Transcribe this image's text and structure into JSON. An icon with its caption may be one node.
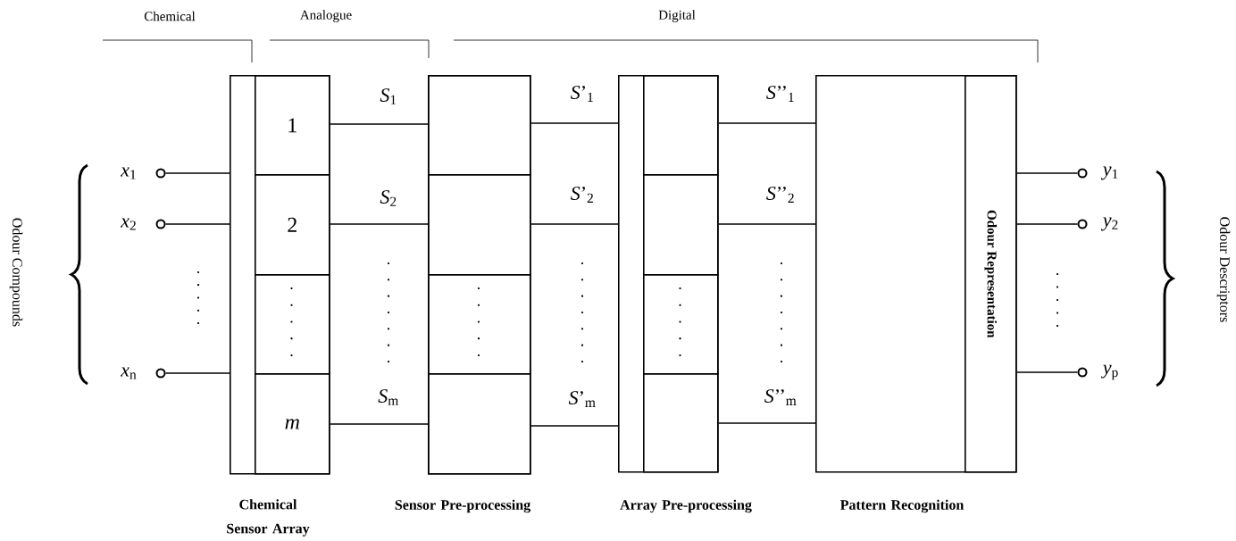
{
  "diagram": {
    "nodes": [
      {
        "text": [],
        "shape": "box",
        "beside": [
          "Chemical Sensor Array"
        ]
      },
      {
        "text": [
          "1"
        ],
        "in": 0
      },
      {
        "text": [
          "2"
        ],
        "in": 0
      },
      {
        "text": [],
        "shape": "box",
        "in": 0
      },
      {
        "text": [
          "m"
        ],
        "in": 0
      },
      {
        "text": [],
        "shape": "box",
        "beside": [
          "Sensor Pre-processing"
        ]
      },
      {
        "text": [],
        "shape": "box",
        "in": 5
      },
      {
        "text": [],
        "shape": "box",
        "in": 5
      },
      {
        "text": [],
        "shape": "box",
        "in": 5
      },
      {
        "text": [],
        "shape": "box",
        "in": 5
      },
      {
        "text": [],
        "shape": "box",
        "beside": [
          "Array Pre-processing"
        ]
      },
      {
        "text": [],
        "shape": "box",
        "in": 10
      },
      {
        "text": [],
        "shape": "box",
        "in": 10
      },
      {
        "text": [],
        "shape": "box",
        "in": 10
      },
      {
        "text": [],
        "shape": "box",
        "in": 10
      },
      {
        "text": [],
        "shape": "box",
        "beside": [
          "Pattern Recognition"
        ]
      },
      {
        "text": [
          "Odour Representation"
        ],
        "in": 15
      },
      {
        "text": [],
        "shape": "circle",
        "beside": [
          "*x*$_{1}$"
        ]
      },
      {
        "text": [],
        "shape": "circle",
        "beside": [
          "*x*$_{2}$"
        ]
      },
      {
        "text": [],
        "shape": "circle",
        "beside": [
          "*x*$_{n}$"
        ]
      },
      {
        "text": [],
        "shape": "circle",
        "beside": [
          "*y*$_{1}$"
        ]
      },
      {
        "text": [],
        "shape": "circle",
        "beside": [
          "*y*$_{2}$"
        ]
      },
      {
        "text": [],
        "shape": "circle",
        "beside": [
          "*y*$_{p}$"
        ]
      }
    ],
    "edges": [
      {
        "from": 17,
        "to": 0,
        "arrow": "none"
      },
      {
        "from": 18,
        "to": 0,
        "arrow": "none"
      },
      {
        "from": 19,
        "to": 0,
        "arrow": "none"
      },
      {
        "from": 1,
        "to": 6,
        "arrow": "none",
        "label": "*S*$_{1}$"
      },
      {
        "from": 2,
        "to": 7,
        "arrow": "none",
        "label": "*S*$_{2}$"
      },
      {
        "from": 4,
        "to": 9,
        "arrow": "none",
        "label": "*S*$_{m}$"
      },
      {
        "from": 6,
        "to": 10,
        "arrow": "none",
        "label": "*S*’$_{1}$"
      },
      {
        "from": 7,
        "to": 10,
        "arrow": "none",
        "label": "*S*’$_{2}$"
      },
      {
        "from": 9,
        "to": 10,
        "arrow": "none",
        "label": "*S*’$_{m}$"
      },
      {
        "from": 11,
        "to": 15,
        "arrow": "none",
        "label": "*S*’’$_{1}$"
      },
      {
        "from": 12,
        "to": 15,
        "arrow": "none",
        "label": "*S*’’$_{2}$"
      },
      {
        "from": 14,
        "to": 15,
        "arrow": "none",
        "label": "*S*’’$_{m}$"
      },
      {
        "from": 16,
        "to": 20,
        "arrow": "none"
      },
      {
        "from": 16,
        "to": 21,
        "arrow": "none"
      },
      {
        "from": 16,
        "to": 22,
        "arrow": "none"
      }
    ],
    "labels": [
      "Chemical",
      "Analogue",
      "Digital",
      "Odour Compounds",
      "Odour Descriptors"
    ]
  }
}
